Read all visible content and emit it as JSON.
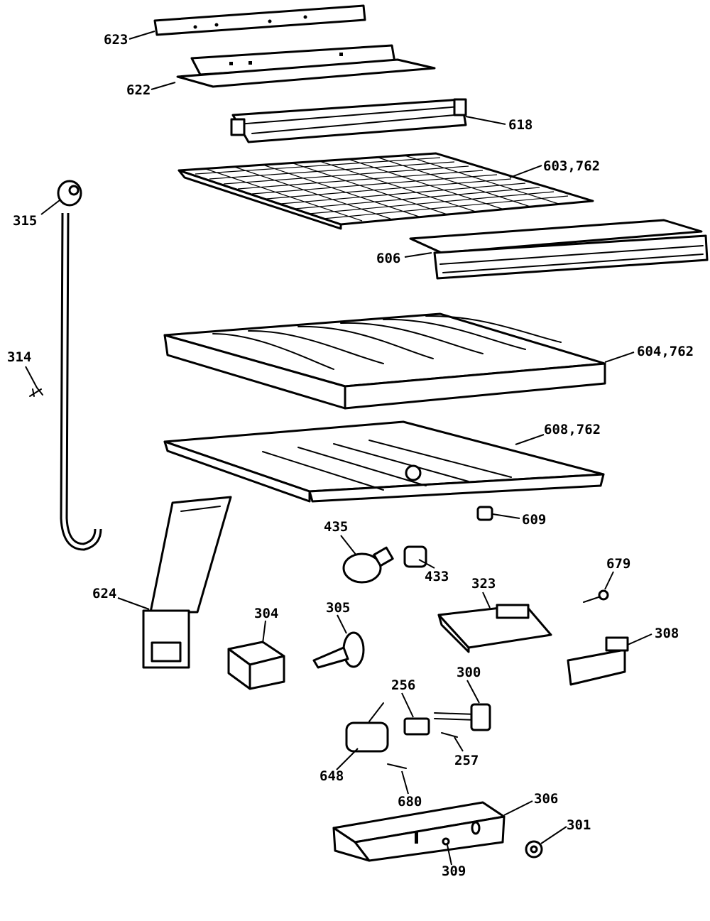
{
  "callouts": {
    "p623": "623",
    "p622": "622",
    "p618": "618",
    "p603": "603,762",
    "p315": "315",
    "p606": "606",
    "p314": "314",
    "p604": "604,762",
    "p608": "608,762",
    "p609": "609",
    "p435": "435",
    "p433": "433",
    "p624": "624",
    "p323": "323",
    "p679": "679",
    "p304": "304",
    "p305": "305",
    "p308": "308",
    "p300": "300",
    "p256": "256",
    "p257": "257",
    "p648": "648",
    "p680": "680",
    "p306": "306",
    "p301": "301",
    "p309": "309"
  },
  "colors": {
    "ink": "#000000",
    "paper": "#ffffff"
  }
}
